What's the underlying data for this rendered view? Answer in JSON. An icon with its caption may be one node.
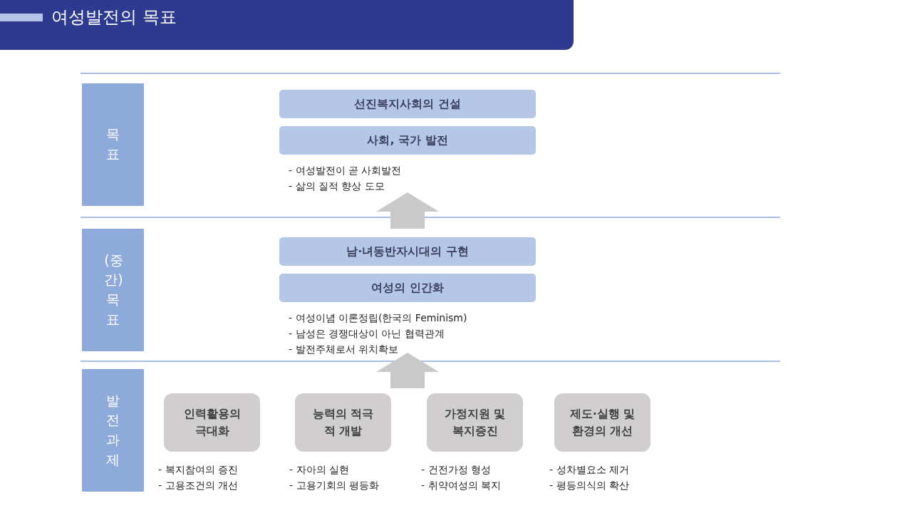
{
  "diagram": {
    "title": "여성발전의 목표",
    "nodes": [
      {
        "text": [
          "목 표"
        ]
      },
      {
        "text": [
          "선진복지사회의 건설"
        ]
      },
      {
        "text": [
          "사회, 국가 발전"
        ],
        "beside": [
          "- 여성발전이 곧 사회발전",
          "- 삶의 질적 향상 도모"
        ]
      },
      {
        "text": [
          "(중간) 목표"
        ]
      },
      {
        "text": [
          "남·녀동반자시대의 구현"
        ]
      },
      {
        "text": [
          "여성의 인간화"
        ],
        "beside": [
          "- 여성이념 이론정립(한국의 Feminism)",
          "- 남성은 경쟁대상이 아닌 협력관계",
          "- 발전주체로서 위치확보"
        ]
      },
      {
        "text": [
          "발전과제"
        ]
      },
      {
        "text": [
          "인력활용의 극대화"
        ],
        "beside": [
          "- 복지참여의 증진",
          "- 고용조건의 개선"
        ]
      },
      {
        "text": [
          "능력의 적극적 개발"
        ],
        "beside": [
          "- 자아의 실현",
          "- 고용기회의 평등화"
        ]
      },
      {
        "text": [
          "가정지원 및 복지증진"
        ],
        "beside": [
          "- 건전가정 형성",
          "- 취약여성의 복지"
        ]
      },
      {
        "text": [
          "제도·실행 및 환경의 개선"
        ],
        "beside": [
          "- 성차별요소 제거",
          "- 평등의식의 확산"
        ]
      }
    ],
    "edges": [
      {
        "from": 4,
        "to": 2,
        "arrow": "to",
        "style": "thick"
      },
      {
        "from": null,
        "to": 5,
        "arrow": "to",
        "style": "thick"
      }
    ]
  }
}
